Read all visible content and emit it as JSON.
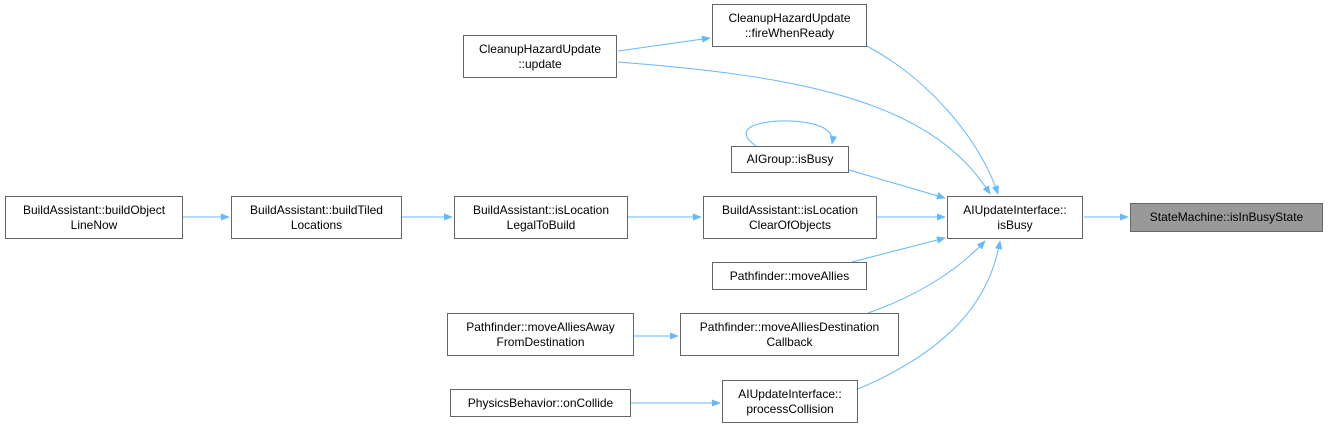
{
  "colors": {
    "edge": "#63b8ff",
    "node_border": "#666666",
    "node_fill": "#ffffff",
    "root_fill": "#999999"
  },
  "nodes": {
    "state_machine_is_in_busy_state": {
      "lines": [
        "StateMachine::isInBusyState"
      ]
    },
    "ai_update_interface_is_busy": {
      "lines": [
        "AIUpdateInterface::",
        "isBusy"
      ]
    },
    "cleanup_hazard_update_fire_when_ready": {
      "lines": [
        "CleanupHazardUpdate",
        "::fireWhenReady"
      ]
    },
    "cleanup_hazard_update_update": {
      "lines": [
        "CleanupHazardUpdate",
        "::update"
      ]
    },
    "ai_group_is_busy": {
      "lines": [
        "AIGroup::isBusy"
      ]
    },
    "build_assistant_is_location_clear_of_objects": {
      "lines": [
        "BuildAssistant::isLocation",
        "ClearOfObjects"
      ]
    },
    "build_assistant_is_location_legal_to_build": {
      "lines": [
        "BuildAssistant::isLocation",
        "LegalToBuild"
      ]
    },
    "build_assistant_build_tiled_locations": {
      "lines": [
        "BuildAssistant::buildTiled",
        "Locations"
      ]
    },
    "build_assistant_build_object_line_now": {
      "lines": [
        "BuildAssistant::buildObject",
        "LineNow"
      ]
    },
    "pathfinder_move_allies": {
      "lines": [
        "Pathfinder::moveAllies"
      ]
    },
    "pathfinder_move_allies_destination_callback": {
      "lines": [
        "Pathfinder::moveAlliesDestination",
        "Callback"
      ]
    },
    "pathfinder_move_allies_away_from_destination": {
      "lines": [
        "Pathfinder::moveAlliesAway",
        "FromDestination"
      ]
    },
    "ai_update_interface_process_collision": {
      "lines": [
        "AIUpdateInterface::",
        "processCollision"
      ]
    },
    "physics_behavior_on_collide": {
      "lines": [
        "PhysicsBehavior::onCollide"
      ]
    }
  },
  "edges": [
    [
      "ai_update_interface_is_busy",
      "state_machine_is_in_busy_state"
    ],
    [
      "cleanup_hazard_update_fire_when_ready",
      "ai_update_interface_is_busy"
    ],
    [
      "cleanup_hazard_update_update",
      "ai_update_interface_is_busy"
    ],
    [
      "cleanup_hazard_update_update",
      "cleanup_hazard_update_fire_when_ready"
    ],
    [
      "ai_group_is_busy",
      "ai_update_interface_is_busy"
    ],
    [
      "ai_group_is_busy",
      "ai_group_is_busy"
    ],
    [
      "build_assistant_is_location_clear_of_objects",
      "ai_update_interface_is_busy"
    ],
    [
      "build_assistant_is_location_legal_to_build",
      "build_assistant_is_location_clear_of_objects"
    ],
    [
      "build_assistant_build_tiled_locations",
      "build_assistant_is_location_legal_to_build"
    ],
    [
      "build_assistant_build_object_line_now",
      "build_assistant_build_tiled_locations"
    ],
    [
      "pathfinder_move_allies",
      "ai_update_interface_is_busy"
    ],
    [
      "pathfinder_move_allies_destination_callback",
      "ai_update_interface_is_busy"
    ],
    [
      "pathfinder_move_allies_away_from_destination",
      "pathfinder_move_allies_destination_callback"
    ],
    [
      "ai_update_interface_process_collision",
      "ai_update_interface_is_busy"
    ],
    [
      "physics_behavior_on_collide",
      "ai_update_interface_process_collision"
    ]
  ]
}
